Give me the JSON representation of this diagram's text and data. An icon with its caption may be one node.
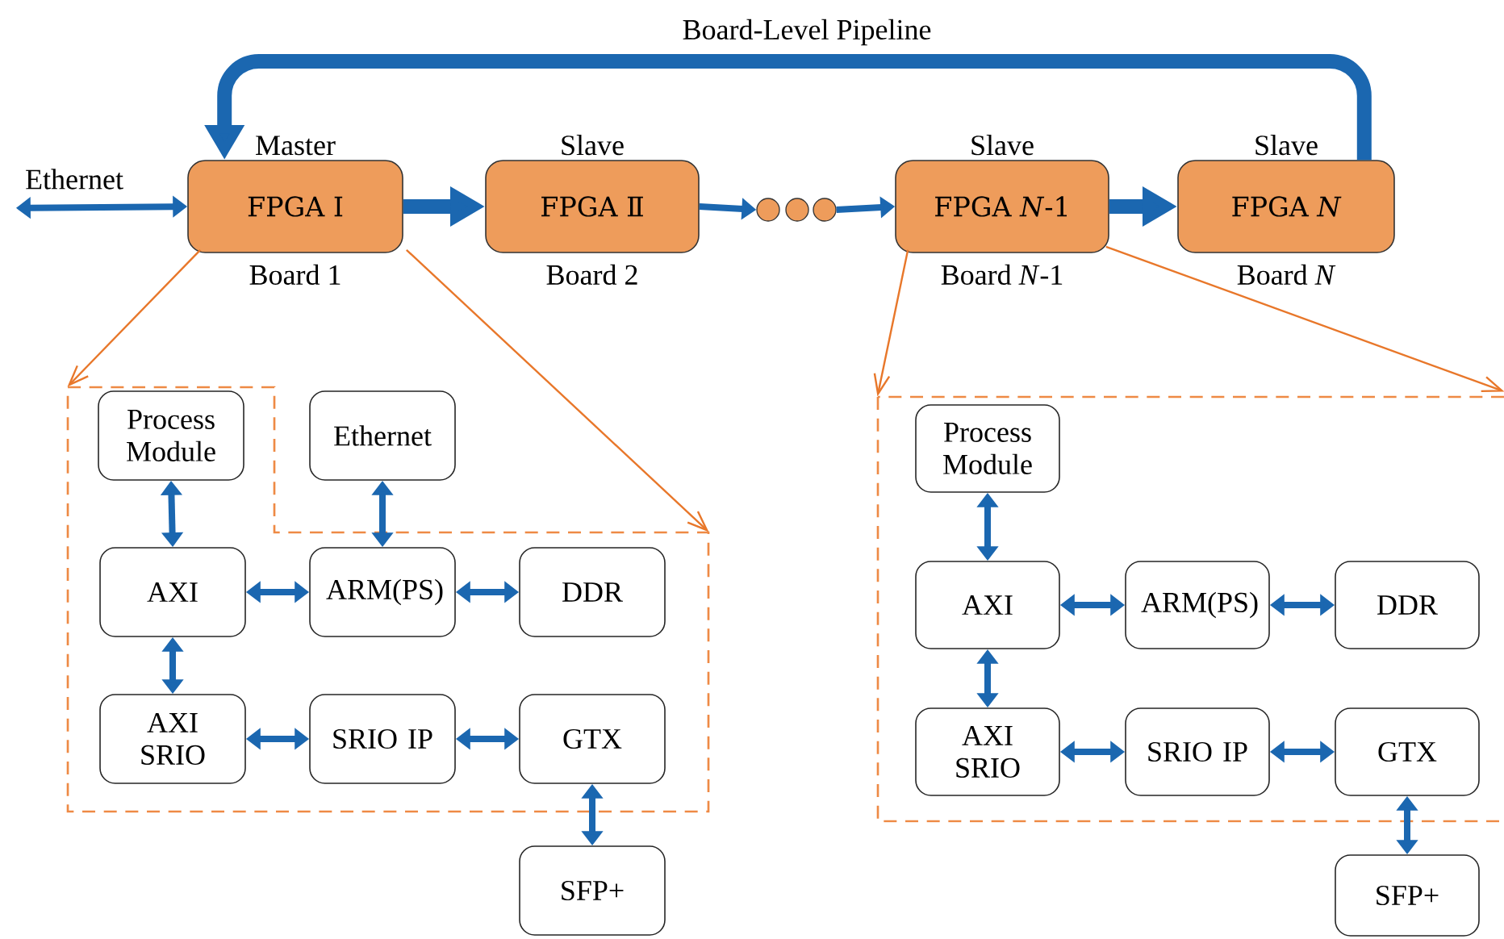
{
  "diagram": {
    "nodes": [
      {
        "text": [
          "Ethernet"
        ]
      },
      {
        "text": [
          "FPGA Ⅰ"
        ],
        "beside": [
          "Master",
          "Board 1"
        ]
      },
      {
        "text": [
          "FPGA Ⅱ"
        ],
        "beside": [
          "Slave",
          "Board 2"
        ]
      },
      {
        "text": [],
        "shape": "circle"
      },
      {
        "text": [],
        "shape": "circle"
      },
      {
        "text": [],
        "shape": "circle"
      },
      {
        "text": [
          "FPGA *N*-1"
        ],
        "beside": [
          "Slave",
          "Board *N*-1"
        ]
      },
      {
        "text": [
          "FPGA *N*"
        ],
        "beside": [
          "Slave",
          "Board *N*"
        ]
      },
      {
        "text": [],
        "shape": "box"
      },
      {
        "text": [
          "Process Module"
        ],
        "in": 8
      },
      {
        "text": [
          "Ethernet"
        ]
      },
      {
        "text": [
          "AXI"
        ],
        "in": 8
      },
      {
        "text": [
          "ARM(PS)"
        ],
        "in": 8
      },
      {
        "text": [
          "DDR"
        ],
        "in": 8
      },
      {
        "text": [
          "AXI SRIO"
        ],
        "in": 8
      },
      {
        "text": [
          "SRIO IP"
        ],
        "in": 8
      },
      {
        "text": [
          "GTX"
        ],
        "in": 8
      },
      {
        "text": [
          "SFP+"
        ]
      },
      {
        "text": [],
        "shape": "box"
      },
      {
        "text": [
          "Process Module"
        ],
        "in": 18
      },
      {
        "text": [
          "AXI"
        ],
        "in": 18
      },
      {
        "text": [
          "ARM(PS)"
        ],
        "in": 18
      },
      {
        "text": [
          "DDR"
        ],
        "in": 18
      },
      {
        "text": [
          "AXI SRIO"
        ],
        "in": 18
      },
      {
        "text": [
          "SRIO IP"
        ],
        "in": 18
      },
      {
        "text": [
          "GTX"
        ],
        "in": 18
      },
      {
        "text": [
          "SFP+"
        ]
      }
    ],
    "edges": [
      {
        "from": 0,
        "to": 1,
        "arrow": "both"
      },
      {
        "from": 1,
        "to": 2,
        "arrow": "to",
        "style": "thick"
      },
      {
        "from": 2,
        "to": 3,
        "arrow": "to"
      },
      {
        "from": 5,
        "to": 6,
        "arrow": "to"
      },
      {
        "from": 6,
        "to": 7,
        "arrow": "to",
        "style": "thick"
      },
      {
        "from": 7,
        "to": 1,
        "arrow": "to",
        "style": "thick",
        "label": "Board-Level Pipeline"
      },
      {
        "from": 1,
        "to": 8,
        "arrow": "to",
        "color": "#e8772a"
      },
      {
        "from": 1,
        "to": 8,
        "arrow": "to",
        "color": "#e8772a"
      },
      {
        "from": 9,
        "to": 11,
        "arrow": "both"
      },
      {
        "from": 10,
        "to": 12,
        "arrow": "both"
      },
      {
        "from": 11,
        "to": 12,
        "arrow": "both"
      },
      {
        "from": 12,
        "to": 13,
        "arrow": "both"
      },
      {
        "from": 11,
        "to": 14,
        "arrow": "both"
      },
      {
        "from": 14,
        "to": 15,
        "arrow": "both"
      },
      {
        "from": 15,
        "to": 16,
        "arrow": "both"
      },
      {
        "from": 16,
        "to": 17,
        "arrow": "both"
      },
      {
        "from": 6,
        "to": 18,
        "arrow": "to",
        "color": "#e8772a"
      },
      {
        "from": 6,
        "to": 18,
        "arrow": "to",
        "color": "#e8772a"
      },
      {
        "from": 19,
        "to": 20,
        "arrow": "both"
      },
      {
        "from": 20,
        "to": 21,
        "arrow": "both"
      },
      {
        "from": 21,
        "to": 22,
        "arrow": "both"
      },
      {
        "from": 20,
        "to": 23,
        "arrow": "both"
      },
      {
        "from": 23,
        "to": 24,
        "arrow": "both"
      },
      {
        "from": 24,
        "to": 25,
        "arrow": "both"
      },
      {
        "from": 25,
        "to": 26,
        "arrow": "both"
      }
    ]
  }
}
